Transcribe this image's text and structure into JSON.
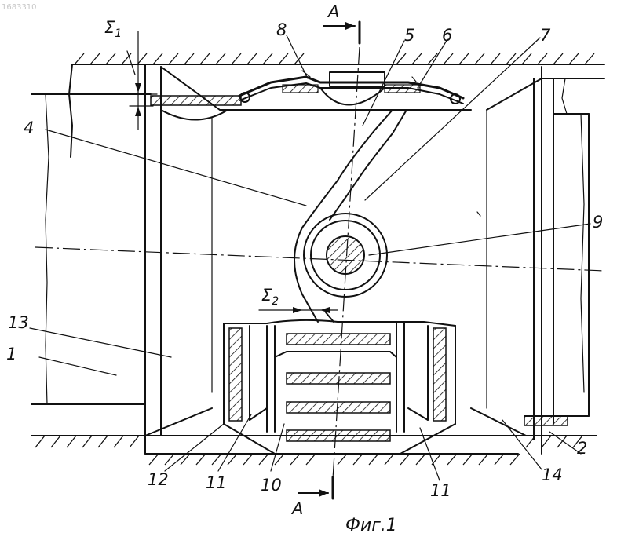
{
  "doc_number": "1683310",
  "caption": "Фиг.1",
  "section_label": "A",
  "gap_labels": {
    "sigma1_base": "Σ",
    "sigma1_sub": "1",
    "sigma2_base": "Σ",
    "sigma2_sub": "2"
  },
  "callouts": [
    {
      "id": "1",
      "text": "1"
    },
    {
      "id": "2",
      "text": "2"
    },
    {
      "id": "4",
      "text": "4"
    },
    {
      "id": "5",
      "text": "5"
    },
    {
      "id": "6",
      "text": "6"
    },
    {
      "id": "7",
      "text": "7"
    },
    {
      "id": "8",
      "text": "8"
    },
    {
      "id": "9",
      "text": "9"
    },
    {
      "id": "10",
      "text": "10"
    },
    {
      "id": "11a",
      "text": "11"
    },
    {
      "id": "11b",
      "text": "11"
    },
    {
      "id": "12",
      "text": "12"
    },
    {
      "id": "13",
      "text": "13"
    },
    {
      "id": "14",
      "text": "14"
    }
  ]
}
